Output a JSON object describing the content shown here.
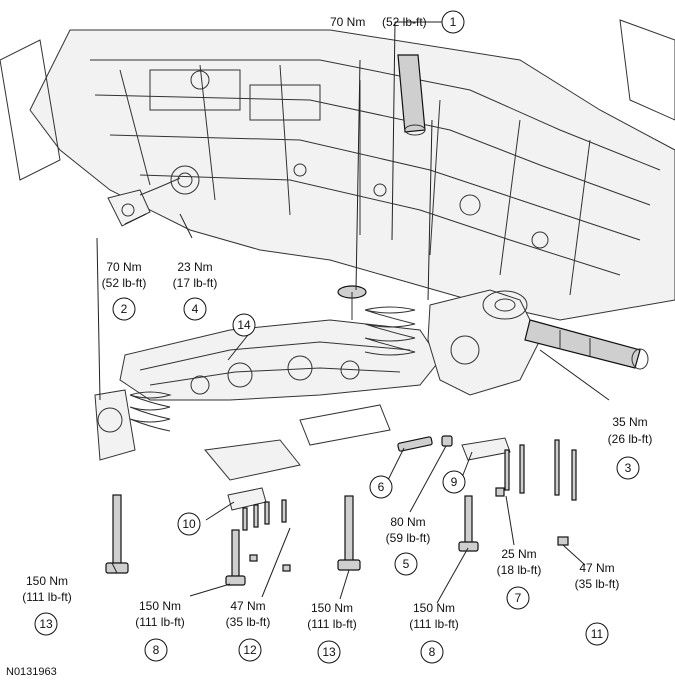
{
  "figure_id": "N0131963",
  "callouts": [
    {
      "id": "c1",
      "number": "1",
      "torque_nm": "70 Nm",
      "torque_lbft": "(52 lb-ft)"
    },
    {
      "id": "c2",
      "number": "2",
      "torque_nm": "70 Nm",
      "torque_lbft": "(52 lb-ft)"
    },
    {
      "id": "c3",
      "number": "3",
      "torque_nm": "35 Nm",
      "torque_lbft": "(26 lb-ft)"
    },
    {
      "id": "c4",
      "number": "4",
      "torque_nm": "23 Nm",
      "torque_lbft": "(17 lb-ft)"
    },
    {
      "id": "c5",
      "number": "5",
      "torque_nm": "80 Nm",
      "torque_lbft": "(59 lb-ft)"
    },
    {
      "id": "c6",
      "number": "6",
      "torque_nm": "",
      "torque_lbft": ""
    },
    {
      "id": "c7",
      "number": "7",
      "torque_nm": "25 Nm",
      "torque_lbft": "(18 lb-ft)"
    },
    {
      "id": "c8a",
      "number": "8",
      "torque_nm": "150 Nm",
      "torque_lbft": "(111 lb-ft)"
    },
    {
      "id": "c8b",
      "number": "8",
      "torque_nm": "150 Nm",
      "torque_lbft": "(111 lb-ft)"
    },
    {
      "id": "c9",
      "number": "9",
      "torque_nm": "",
      "torque_lbft": ""
    },
    {
      "id": "c10",
      "number": "10",
      "torque_nm": "",
      "torque_lbft": ""
    },
    {
      "id": "c11",
      "number": "11",
      "torque_nm": "47 Nm",
      "torque_lbft": "(35 lb-ft)"
    },
    {
      "id": "c12",
      "number": "12",
      "torque_nm": "47 Nm",
      "torque_lbft": "(35 lb-ft)"
    },
    {
      "id": "c13a",
      "number": "13",
      "torque_nm": "150 Nm",
      "torque_lbft": "(111 lb-ft)"
    },
    {
      "id": "c13b",
      "number": "13",
      "torque_nm": "150 Nm",
      "torque_lbft": "(111 lb-ft)"
    },
    {
      "id": "c14",
      "number": "14",
      "torque_nm": "",
      "torque_lbft": ""
    }
  ]
}
